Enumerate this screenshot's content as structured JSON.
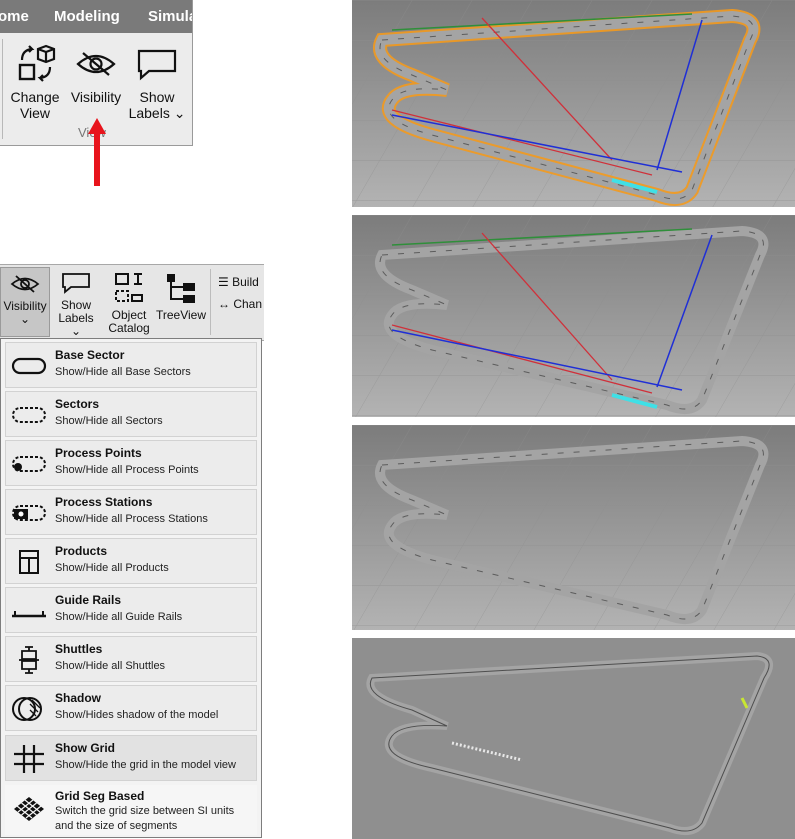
{
  "ribbon_top": {
    "tabs": [
      "ome",
      "Modeling",
      "Simula"
    ],
    "buttons": [
      {
        "line1": "Change",
        "line2": "View"
      },
      {
        "line1": "Visibility",
        "line2": ""
      },
      {
        "line1": "Show",
        "line2": "Labels ⌄"
      }
    ],
    "group_label": "View"
  },
  "ribbon_bottom": {
    "buttons": [
      {
        "line1": "Visibility",
        "line2": "⌄"
      },
      {
        "line1": "Show",
        "line2": "Labels ⌄"
      },
      {
        "line1": "Object",
        "line2": "Catalog"
      },
      {
        "line1": "TreeView",
        "line2": ""
      }
    ],
    "small_buttons": [
      "Build",
      "Chan"
    ]
  },
  "visibility_menu": [
    {
      "title": "Base Sector",
      "desc": "Show/Hide all Base Sectors",
      "icon": "base-sector-icon"
    },
    {
      "title": "Sectors",
      "desc": "Show/Hide all Sectors",
      "icon": "sectors-icon"
    },
    {
      "title": "Process Points",
      "desc": "Show/Hide all Process Points",
      "icon": "process-points-icon"
    },
    {
      "title": "Process Stations",
      "desc": "Show/Hide all Process Stations",
      "icon": "process-stations-icon"
    },
    {
      "title": "Products",
      "desc": "Show/Hide all Products",
      "icon": "products-icon"
    },
    {
      "title": "Guide Rails",
      "desc": "Show/Hide all Guide Rails",
      "icon": "guide-rails-icon"
    },
    {
      "title": "Shuttles",
      "desc": "Show/Hide all Shuttles",
      "icon": "shuttles-icon"
    },
    {
      "title": "Shadow",
      "desc": "Show/Hides shadow of the model",
      "icon": "shadow-icon"
    },
    {
      "title": "Show Grid",
      "desc": "Show/Hide the grid in the model view",
      "icon": "grid-icon"
    },
    {
      "title": "Grid Seg Based",
      "desc": "Switch the grid size between SI units",
      "desc2": "and the size of segments",
      "icon": "grid-seg-icon"
    }
  ],
  "colors": {
    "arrow": "#e8141c",
    "orange_rail": "#f39a1e",
    "blue_line": "#1f2fd6",
    "red_line": "#d0303a",
    "green_line": "#2f8f3a",
    "cyan_highlight": "#3fe0e6",
    "track_gray": "#a4a4a4"
  }
}
